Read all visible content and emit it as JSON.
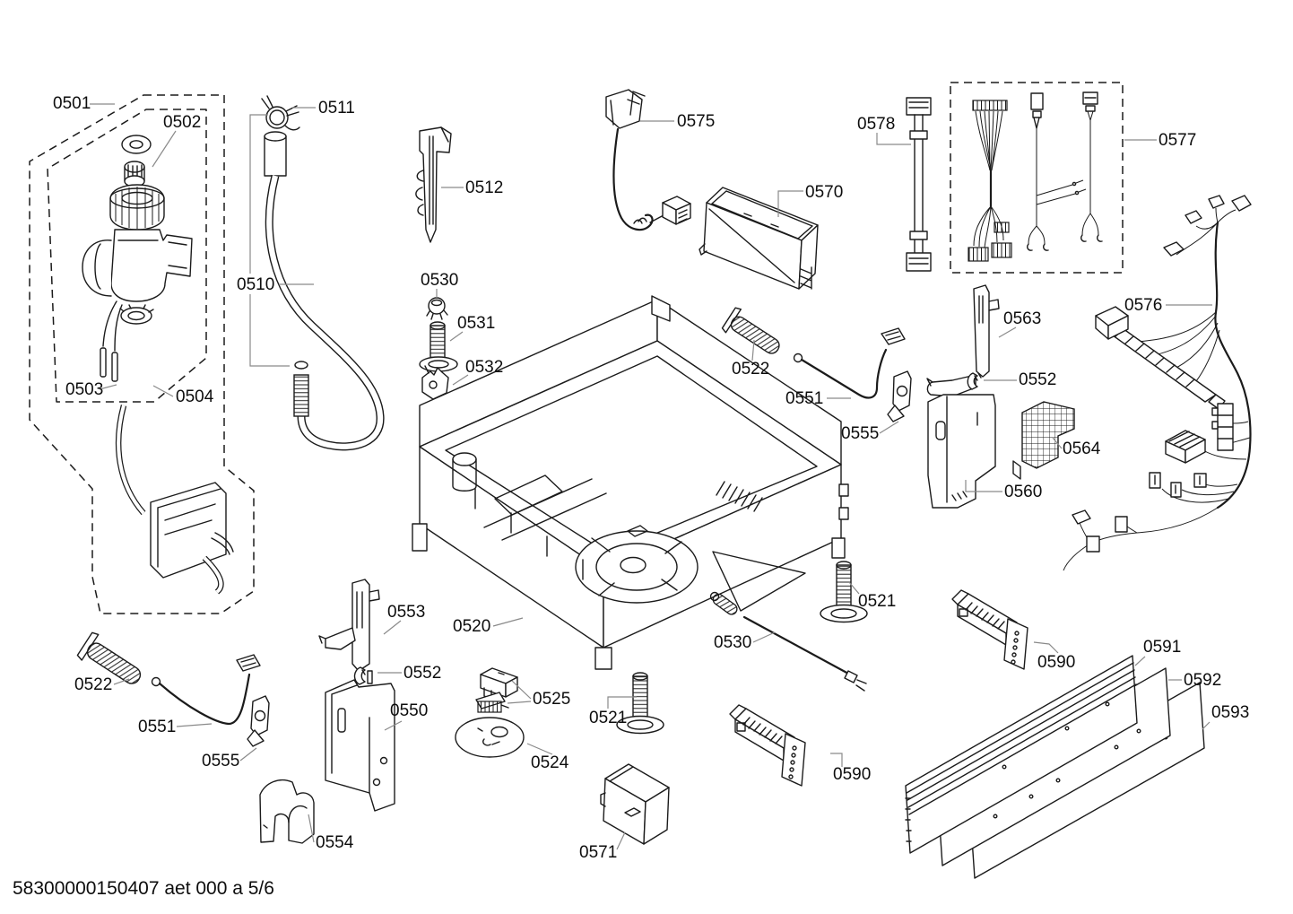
{
  "page": {
    "background": "#ffffff",
    "ink": "#1b1b1b",
    "leader_color": "#8a8a8a"
  },
  "footer": {
    "doc_code": "58300000150407 aet 000 a 5/6"
  },
  "callouts": [
    {
      "part": "0501"
    },
    {
      "part": "0502"
    },
    {
      "part": "0503"
    },
    {
      "part": "0504"
    },
    {
      "part": "0511"
    },
    {
      "part": "0510"
    },
    {
      "part": "0512"
    },
    {
      "part": "0530"
    },
    {
      "part": "0531"
    },
    {
      "part": "0532"
    },
    {
      "part": "0575"
    },
    {
      "part": "0570"
    },
    {
      "part": "0578"
    },
    {
      "part": "0577"
    },
    {
      "part": "0576"
    },
    {
      "part": "0563"
    },
    {
      "part": "0552"
    },
    {
      "part": "0564"
    },
    {
      "part": "0560"
    },
    {
      "part": "0522"
    },
    {
      "part": "0551"
    },
    {
      "part": "0555"
    },
    {
      "part": "0520"
    },
    {
      "part": "0553"
    },
    {
      "part": "0552"
    },
    {
      "part": "0550"
    },
    {
      "part": "0525"
    },
    {
      "part": "0524"
    },
    {
      "part": "0521"
    },
    {
      "part": "0530"
    },
    {
      "part": "0521"
    },
    {
      "part": "0571"
    },
    {
      "part": "0590"
    },
    {
      "part": "0591"
    },
    {
      "part": "0592"
    },
    {
      "part": "0593"
    },
    {
      "part": "0590"
    },
    {
      "part": "0522"
    },
    {
      "part": "0551"
    },
    {
      "part": "0555"
    },
    {
      "part": "0554"
    }
  ]
}
